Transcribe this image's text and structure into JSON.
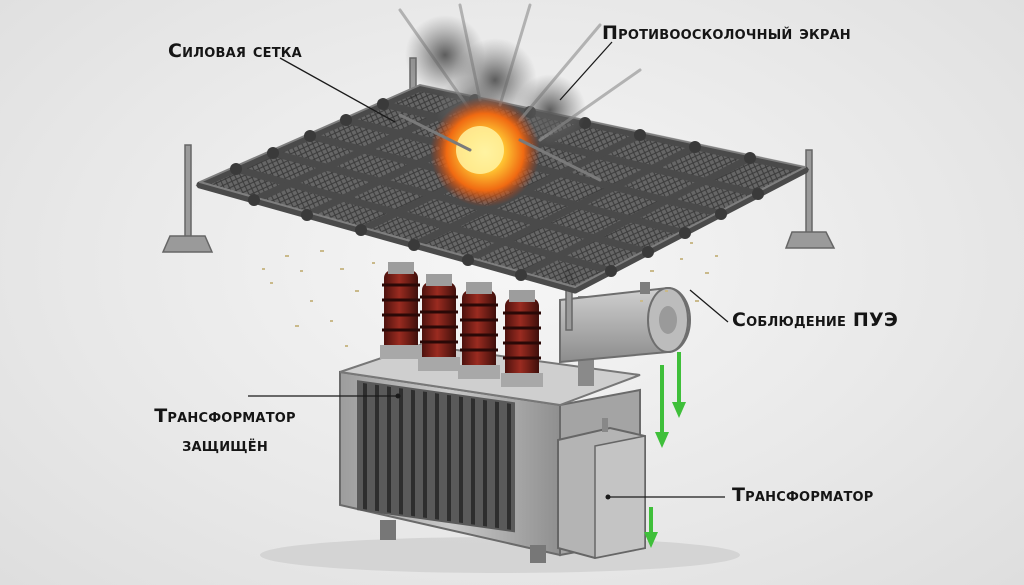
{
  "labels": {
    "power_grid": "Силовая сетка",
    "shrapnel_screen": "Противоосколочный экран",
    "pue_compliance": "Соблюдение ПУЭ",
    "transformer_protected_line1": "Трансформатор",
    "transformer_protected_line2": "защищён",
    "transformer": "Трансформатор"
  },
  "colors": {
    "background": "#ebebeb",
    "grid_steel": "#4a4a4a",
    "insulator": "#7a1f17",
    "tank": "#b9b9b9",
    "explosion": "#ff8a1e",
    "arrow_green": "#3fbf3a"
  },
  "icons": [
    "explosion-icon",
    "down-arrow-icon"
  ]
}
